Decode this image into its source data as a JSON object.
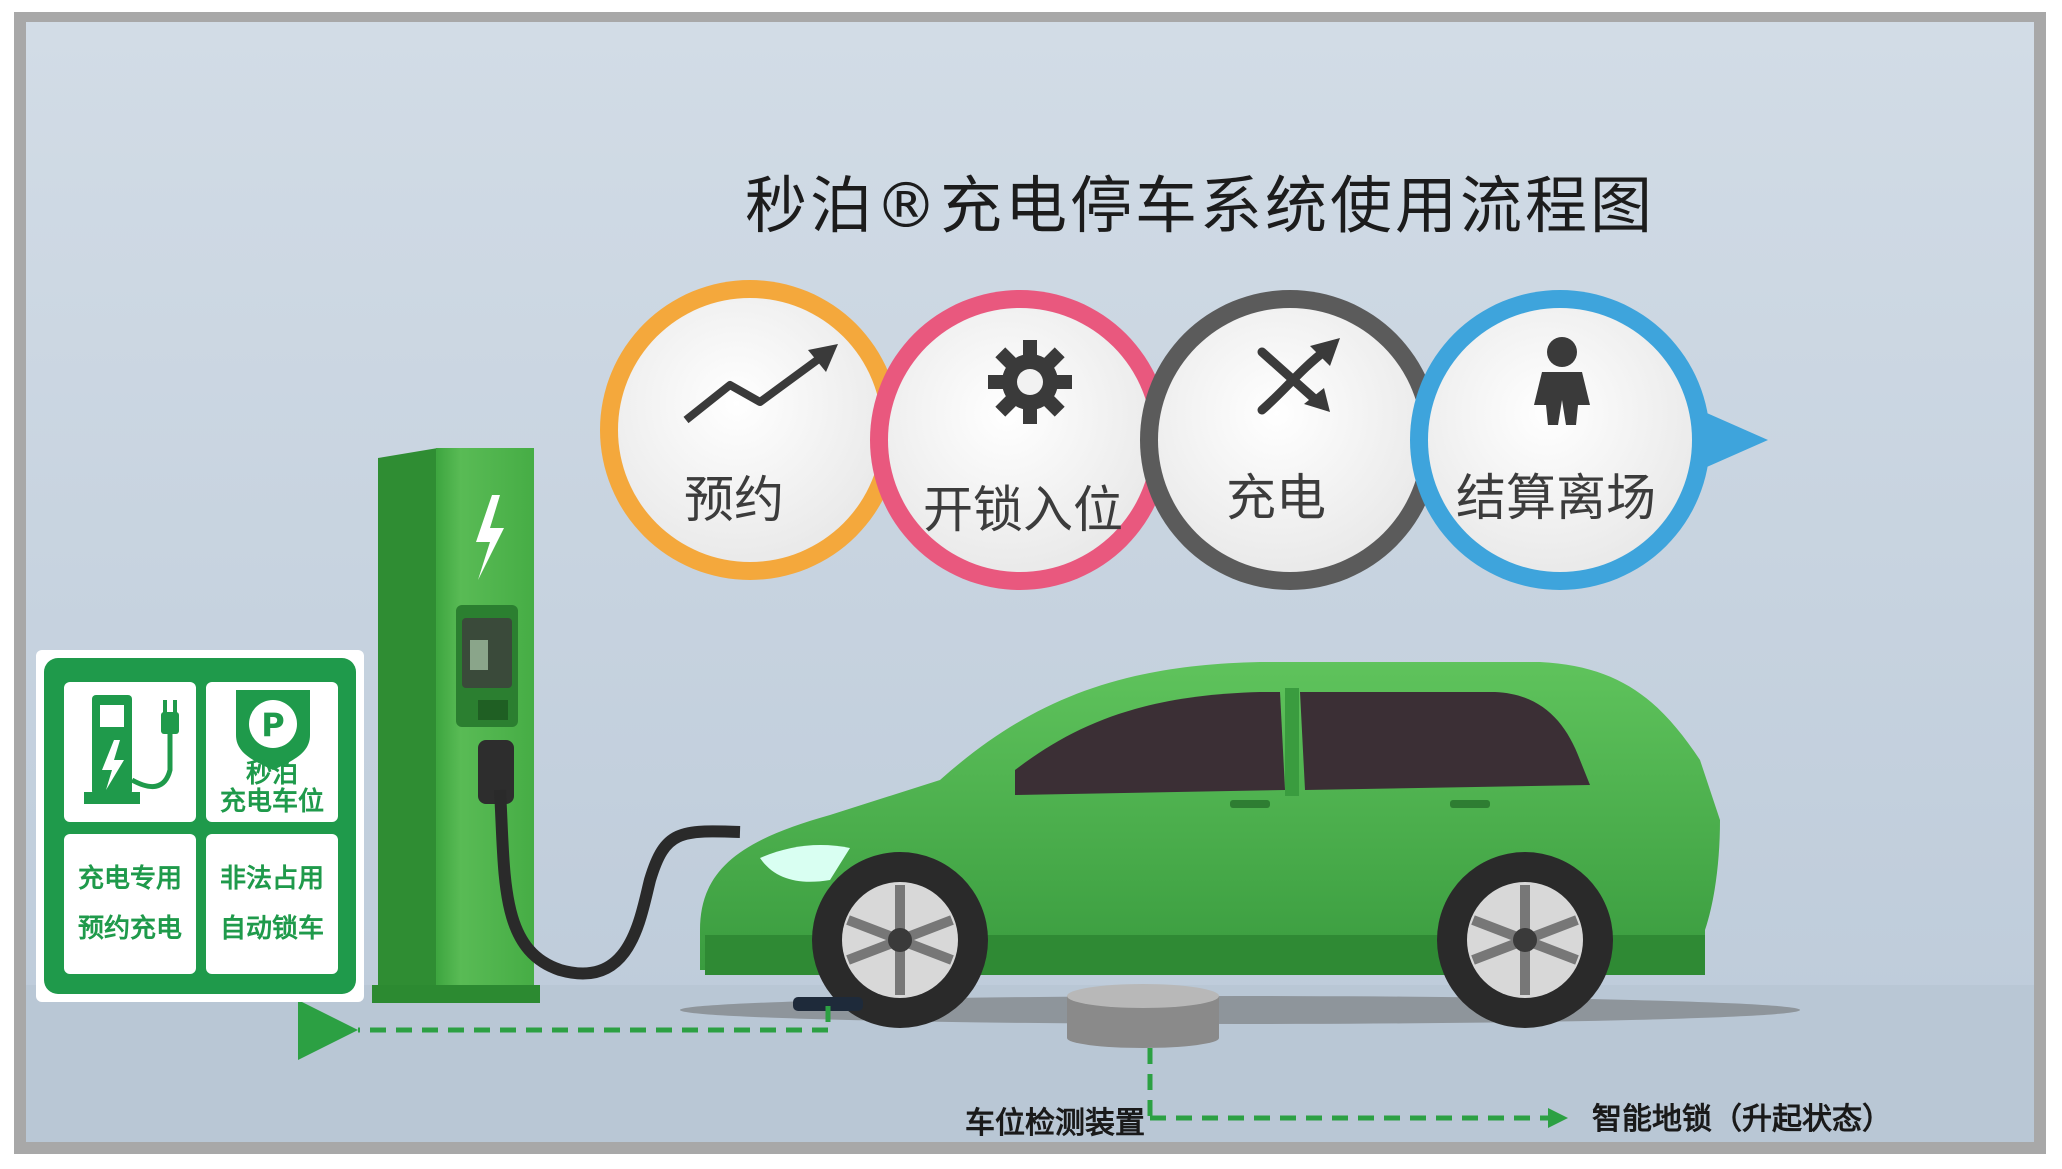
{
  "title": "秒泊®充电停车系统使用流程图",
  "steps": [
    {
      "label": "预约",
      "icon": "trend-up-arrow-icon",
      "color": "#f4a83c"
    },
    {
      "label": "开锁入位",
      "icon": "gear-icon",
      "color": "#e9587e"
    },
    {
      "label": "充电",
      "icon": "crossed-arrows-icon",
      "color": "#5b5b5b"
    },
    {
      "label": "结算离场",
      "icon": "person-icon",
      "color": "#3ea4dc"
    }
  ],
  "sign": {
    "cell_bay": "秒泊\n充电车位",
    "cell_dedicated": "充电专用\n预约充电",
    "cell_lock": "非法占用\n自动锁车"
  },
  "callouts": {
    "detector": "车位检测装置",
    "lock": "智能地锁（升起状态）"
  },
  "colors": {
    "background": "#cdd7e2",
    "car_green": "#47b24a",
    "sign_green": "#1f9a4b",
    "dash_green": "#2ca043"
  }
}
